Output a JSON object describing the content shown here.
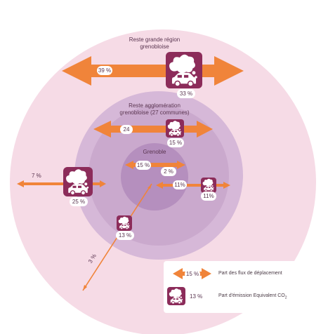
{
  "zones": [
    {
      "id": "outer",
      "title_lines": [
        "Reste grande région",
        "grenobloise"
      ]
    },
    {
      "id": "middle",
      "title_lines": [
        "Reste agglomération",
        "grenobloise (27 communes)"
      ]
    },
    {
      "id": "inner",
      "title_lines": [
        "Grenoble"
      ]
    }
  ],
  "flows": {
    "outer_internal": {
      "flow": "39 %",
      "emission": "33 %"
    },
    "middle_internal": {
      "flow": "24",
      "emission": "15 %"
    },
    "grenoble_internal": {
      "flow": "15 %",
      "emission": "2 %"
    },
    "grenoble_middle": {
      "flow": "11%",
      "emission": "11%"
    },
    "outer_middle": {
      "flow": "7 %",
      "emission": "25 %"
    },
    "outer_grenoble": {
      "flow": "3 %",
      "emission": "13 %"
    }
  },
  "legend": {
    "flow_sample": "15 %",
    "flow_label": "Part des flux de déplacement",
    "emission_sample": "13 %",
    "emission_label_main": "Part d'émission Equivalent CO",
    "emission_label_sub": "2"
  },
  "colors": {
    "outer_circle": "#f6dbe6",
    "middle_circle": "#c9a8cf",
    "inner_circle": "#b28bbb",
    "arrow": "#f0843a",
    "icon_bg": "#8c2c5a",
    "icon_fg": "#ffffff"
  },
  "icons": [
    "smoke-car-icon"
  ]
}
